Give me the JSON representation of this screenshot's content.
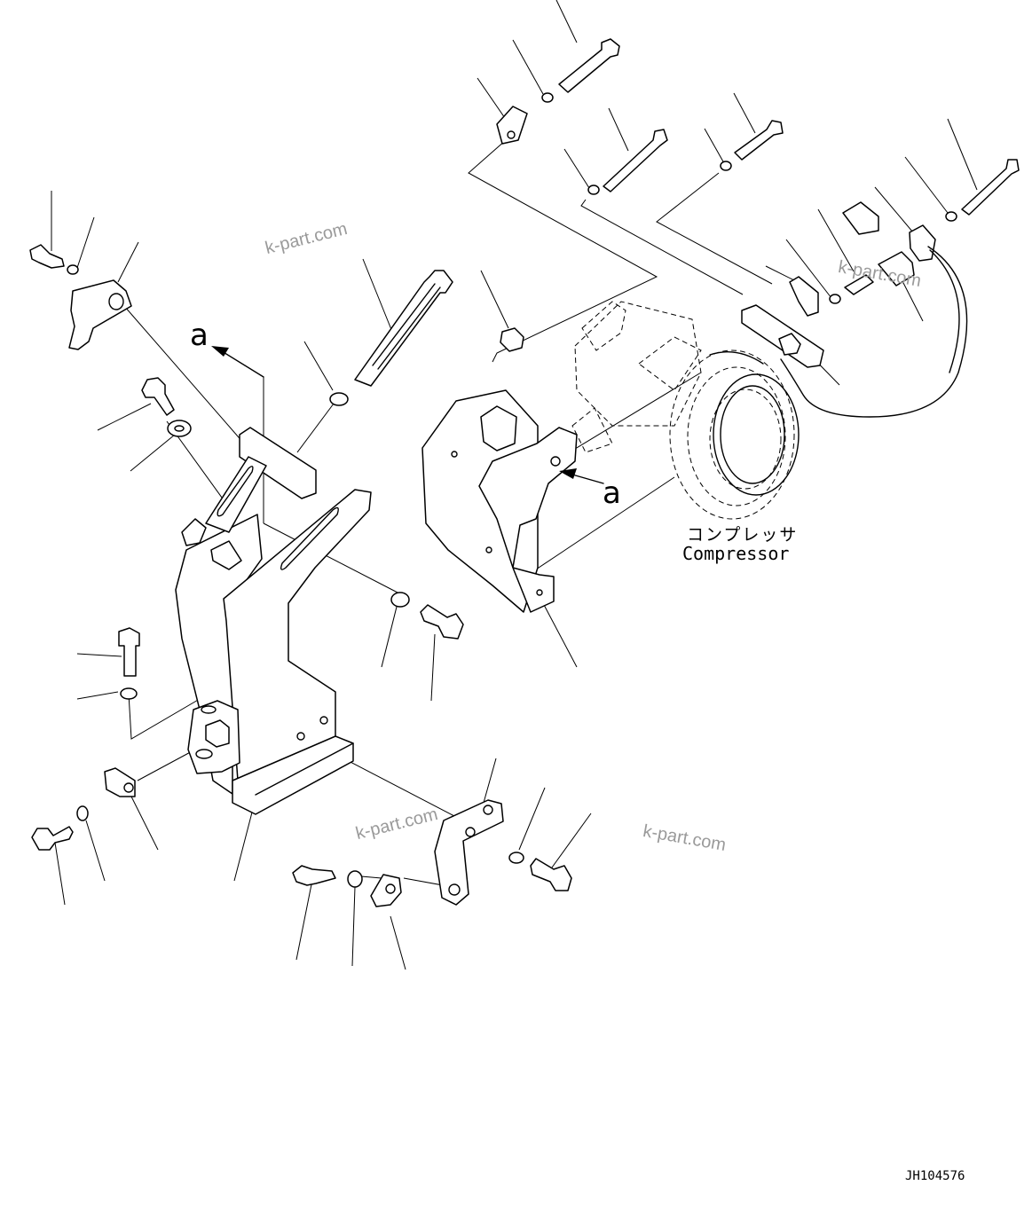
{
  "diagram": {
    "component_label_jp": "コンプレッサ",
    "component_label_en": "Compressor",
    "reference_mark": "a",
    "drawing_number": "JH104576"
  },
  "watermarks": [
    "k-part.com",
    "k-part.com",
    "k-part.com",
    "k-part.com"
  ],
  "colors": {
    "ink": "#000000",
    "background": "#ffffff",
    "watermark": "#9a9a9a"
  }
}
